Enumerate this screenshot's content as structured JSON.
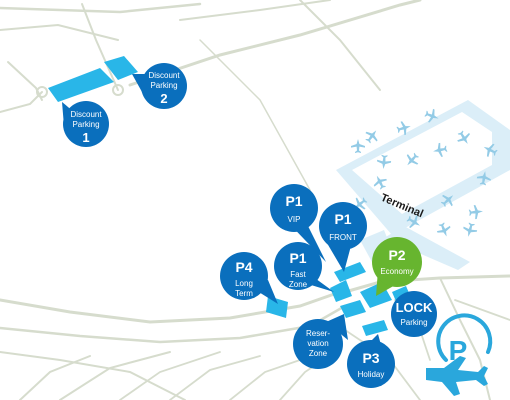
{
  "map": {
    "terminal_label": "Terminal",
    "colors": {
      "road": "#d6dccd",
      "terminal_area": "#dbeef8",
      "plane": "#93cbe6",
      "parking_area": "#29b6e8",
      "pin_blue": "#0a6fbd",
      "pin_green": "#67b52f",
      "logo": "#2aa7dc"
    },
    "pins": [
      {
        "id": "discount-1",
        "lines": [
          "Discount",
          "Parking",
          "1"
        ],
        "color": "blue"
      },
      {
        "id": "discount-2",
        "lines": [
          "Discount",
          "Parking",
          "2"
        ],
        "color": "blue"
      },
      {
        "id": "p1-vip",
        "lines": [
          "P1",
          "VIP"
        ],
        "color": "blue"
      },
      {
        "id": "p1-front",
        "lines": [
          "P1",
          "FRONT"
        ],
        "color": "blue"
      },
      {
        "id": "p2-economy",
        "lines": [
          "P2",
          "Economy"
        ],
        "color": "green"
      },
      {
        "id": "p1-fast-zone",
        "lines": [
          "P1",
          "Fast",
          "Zone"
        ],
        "color": "blue"
      },
      {
        "id": "p4-long-term",
        "lines": [
          "P4",
          "Long",
          "Term"
        ],
        "color": "blue"
      },
      {
        "id": "lock-parking",
        "lines": [
          "LOCK",
          "Parking"
        ],
        "color": "blue"
      },
      {
        "id": "reservation-zone",
        "lines": [
          "Reser-",
          "vation",
          "Zone"
        ],
        "color": "blue"
      },
      {
        "id": "p3-holiday",
        "lines": [
          "P3",
          "Holiday"
        ],
        "color": "blue"
      }
    ],
    "logo": {
      "icon": "airport-parking-icon",
      "letter": "P"
    }
  }
}
